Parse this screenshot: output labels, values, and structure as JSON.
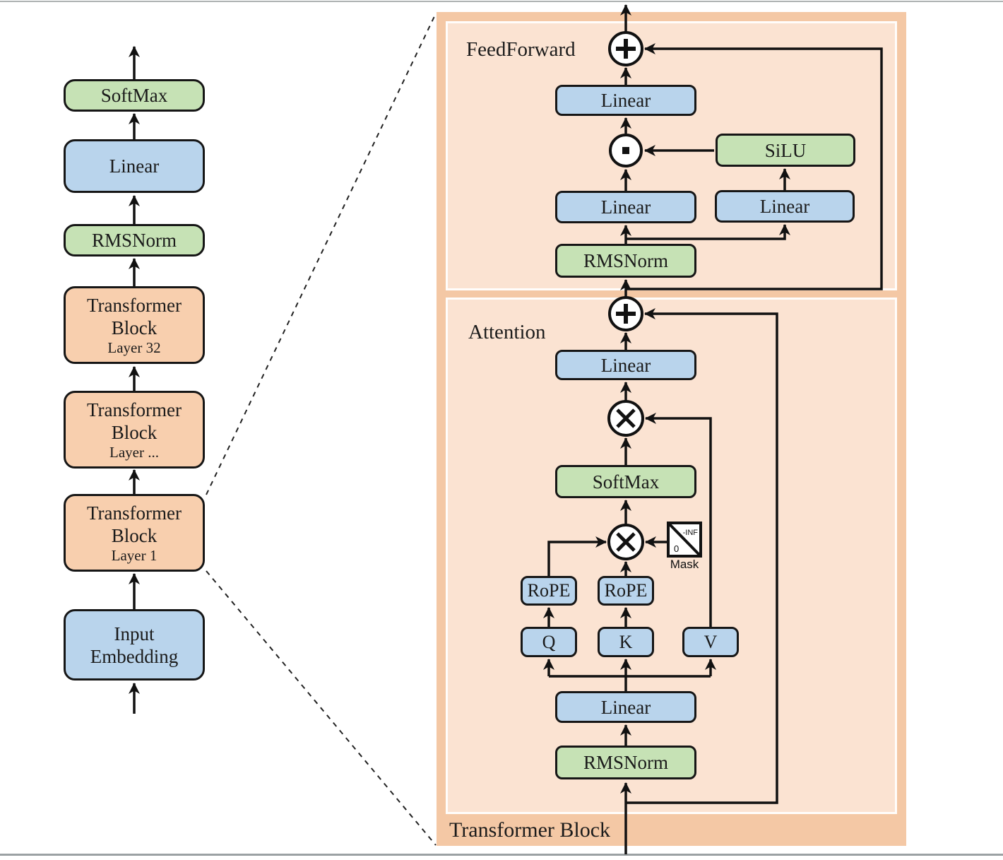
{
  "colors": {
    "green": "#c6e2b5",
    "blue": "#b9d4ec",
    "orange": "#f8cfae",
    "panel_outer": "#f4c8a5",
    "panel_inner": "#fbe3d2",
    "line": "#111111"
  },
  "left": {
    "softmax": {
      "label": "SoftMax"
    },
    "linear": {
      "label": "Linear"
    },
    "rmsnorm": {
      "label": "RMSNorm"
    },
    "tb32": {
      "line1": "Transformer",
      "line2": "Block",
      "sub": "Layer 32"
    },
    "tb_mid": {
      "line1": "Transformer",
      "line2": "Block",
      "sub": "Layer ..."
    },
    "tb1": {
      "line1": "Transformer",
      "line2": "Block",
      "sub": "Layer 1"
    },
    "input_embedding": {
      "line1": "Input",
      "line2": "Embedding"
    }
  },
  "right": {
    "panel_label": "Transformer Block",
    "ff": {
      "label": "FeedForward",
      "linear_out": "Linear",
      "silu": "SiLU",
      "linear_gate": "Linear",
      "linear_up": "Linear",
      "rmsnorm": "RMSNorm"
    },
    "attn": {
      "label": "Attention",
      "linear_o": "Linear",
      "softmax": "SoftMax",
      "rope_q": "RoPE",
      "rope_k": "RoPE",
      "q": "Q",
      "k": "K",
      "v": "V",
      "linear_qkv": "Linear",
      "rmsnorm": "RMSNorm",
      "mask": {
        "neg_inf": "-INF",
        "zero": "0",
        "label": "Mask"
      }
    }
  }
}
